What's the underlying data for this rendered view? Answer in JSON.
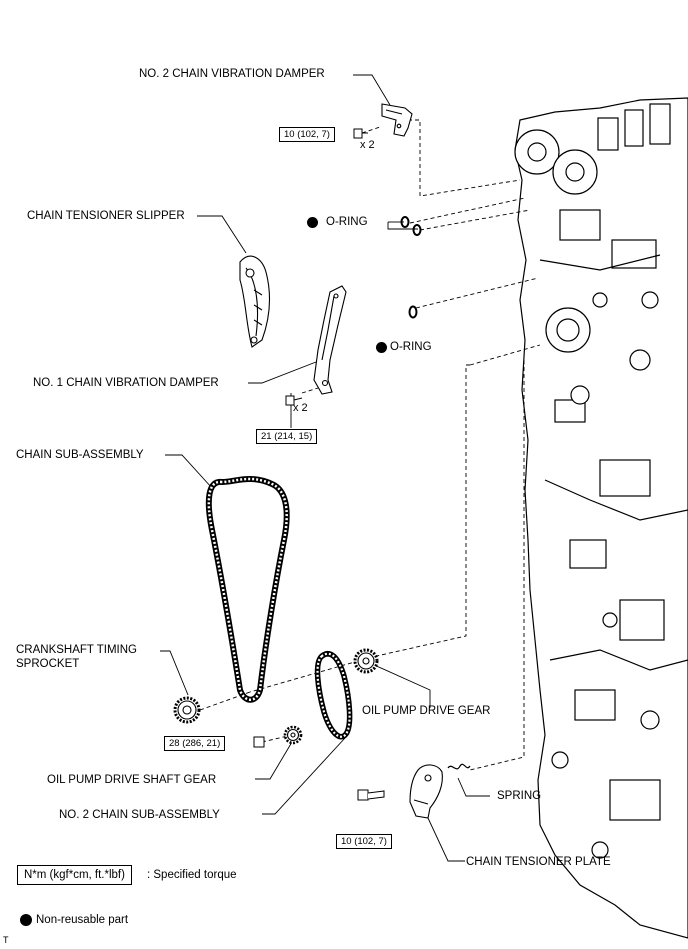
{
  "labels": {
    "no2_chain_vibration_damper": "NO. 2 CHAIN VIBRATION DAMPER",
    "chain_tensioner_slipper": "CHAIN TENSIONER SLIPPER",
    "o_ring_upper": "O-RING",
    "o_ring_lower": "O-RING",
    "no1_chain_vibration_damper": "NO. 1 CHAIN VIBRATION DAMPER",
    "chain_sub_assembly": "CHAIN SUB-ASSEMBLY",
    "crankshaft_timing_sprocket": "CRANKSHAFT TIMING\nSPROCKET",
    "oil_pump_drive_gear": "OIL PUMP DRIVE GEAR",
    "oil_pump_drive_shaft_gear": "OIL PUMP DRIVE SHAFT GEAR",
    "no2_chain_sub_assembly": "NO. 2 CHAIN SUB-ASSEMBLY",
    "spring": "SPRING",
    "chain_tensioner_plate": "CHAIN TENSIONER PLATE"
  },
  "torques": {
    "no2_damper_bolt": "10 (102, 7)",
    "no1_damper_bolt": "21 (214, 15)",
    "crank_bolt": "28 (286, 21)",
    "tensioner_plate_bolt": "10 (102, 7)"
  },
  "quantities": {
    "no2_damper_bolts": "x 2",
    "no1_damper_bolts": "x 2"
  },
  "legend": {
    "torque_unit": "N*m (kgf*cm, ft.*lbf)",
    "torque_text": ": Specified torque",
    "nonreusable_text": "Non-reusable part"
  },
  "corner_mark": "T"
}
